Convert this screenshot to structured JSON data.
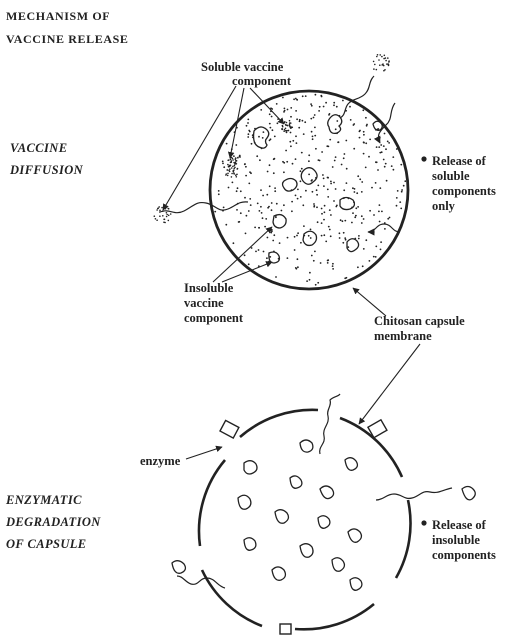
{
  "title_lines": [
    "MECHANISM OF",
    "VACCINE RELEASE"
  ],
  "sections": {
    "diffusion": [
      "VACCINE",
      "DIFFUSION"
    ],
    "enzymatic": [
      "ENZYMATIC",
      "DEGRADATION",
      "OF CAPSULE"
    ]
  },
  "labels": {
    "soluble": [
      "Soluble vaccine",
      "component"
    ],
    "release_soluble": [
      "Release of",
      "soluble",
      "components",
      "only"
    ],
    "insoluble": [
      "Insoluble",
      "vaccine",
      "component"
    ],
    "membrane": [
      "Chitosan capsule",
      "membrane"
    ],
    "enzyme": "enzyme",
    "release_insoluble": [
      "Release of",
      "insoluble",
      "components"
    ]
  },
  "colors": {
    "ink": "#222222",
    "background": "#ffffff"
  }
}
